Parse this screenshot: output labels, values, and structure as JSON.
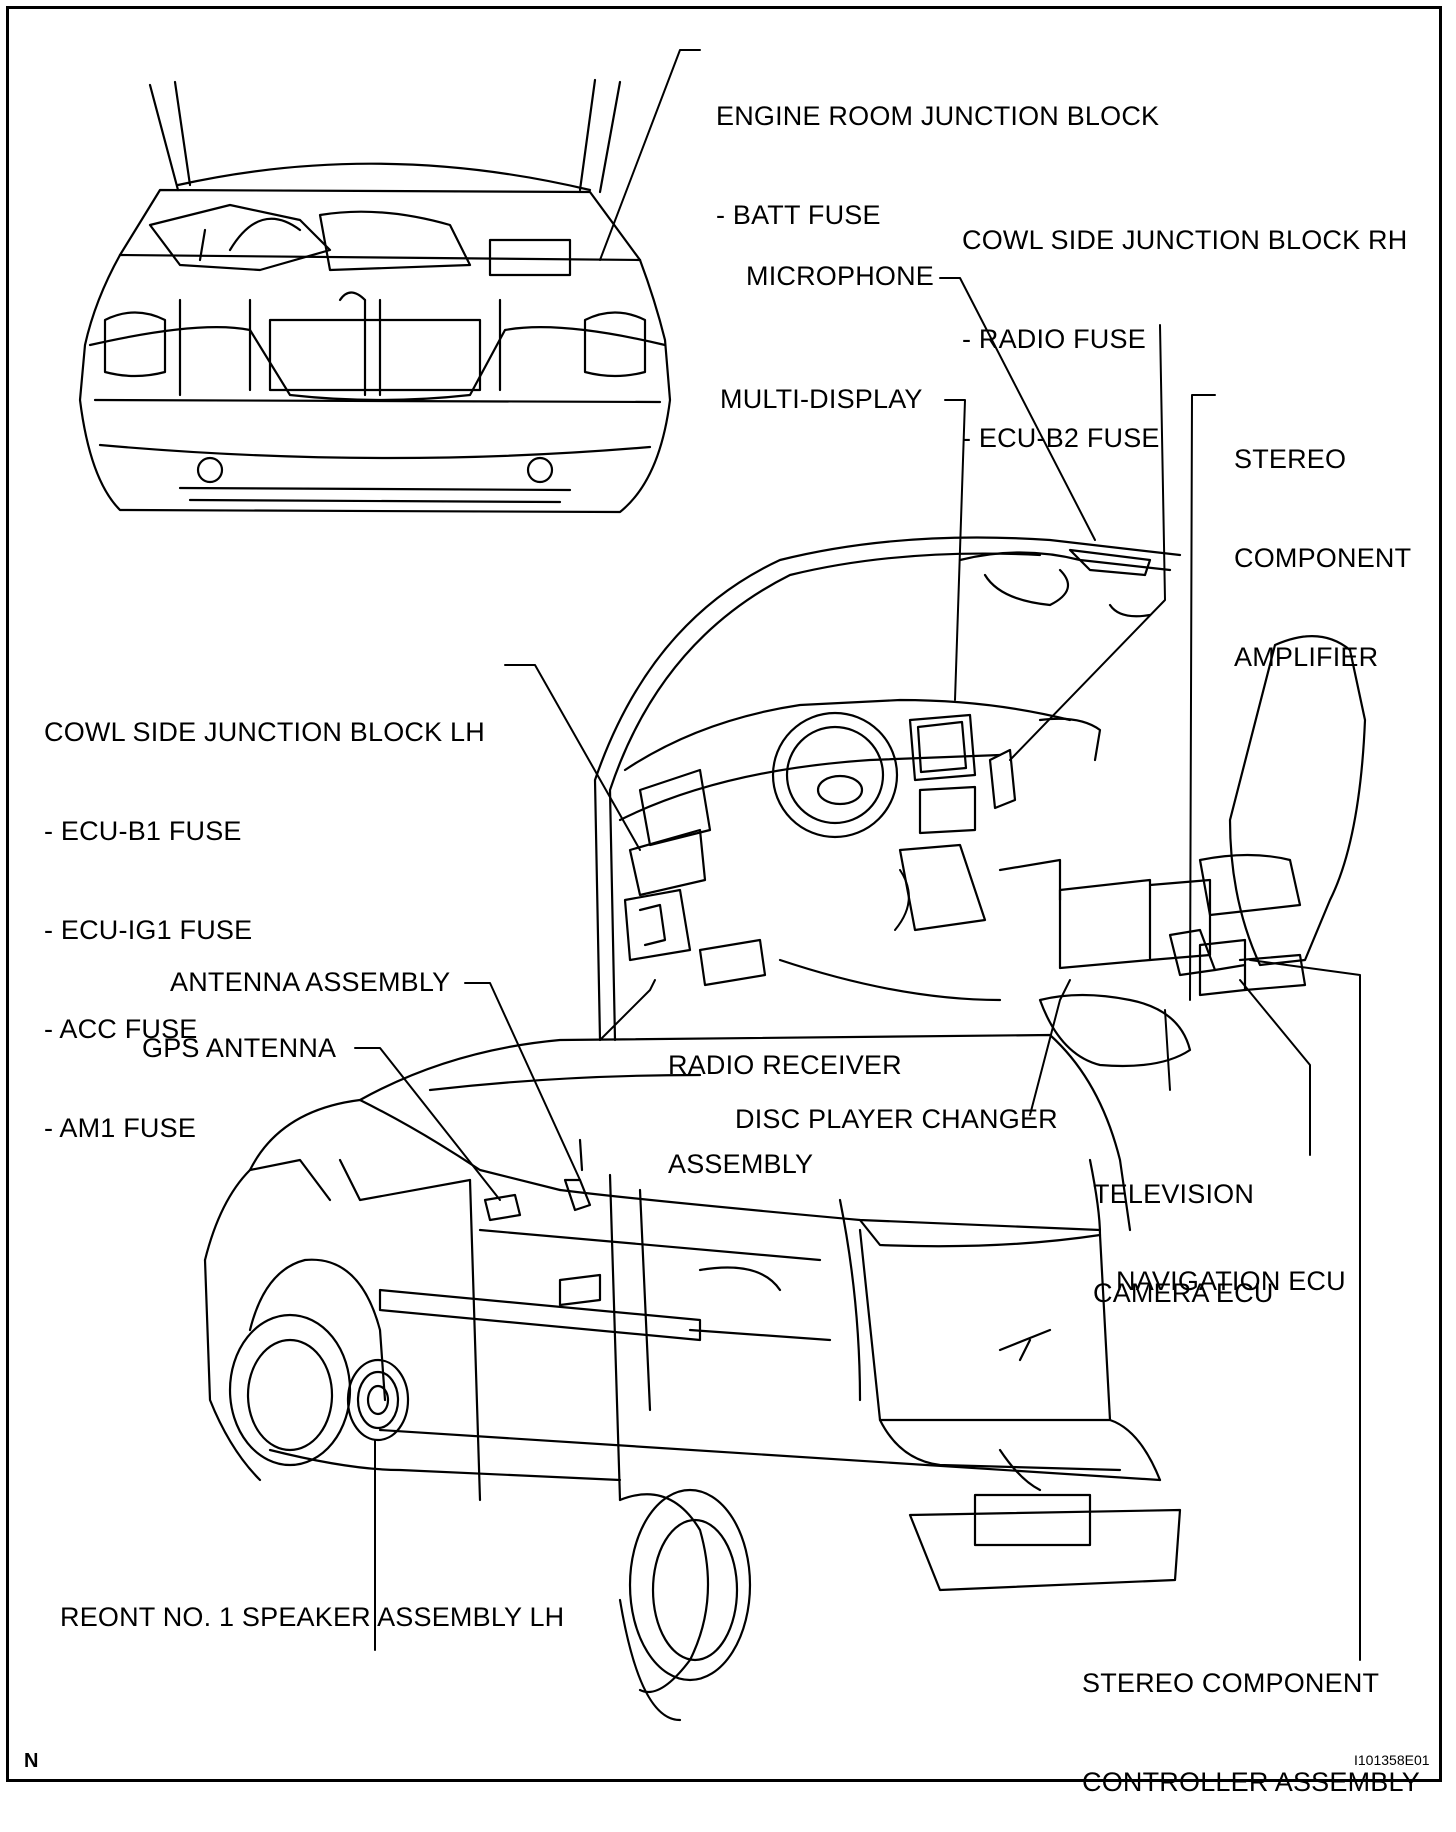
{
  "labels": {
    "engine_room_jb": [
      "ENGINE ROOM JUNCTION BLOCK",
      "- BATT FUSE"
    ],
    "cowl_side_jb_rh": [
      "COWL SIDE JUNCTION BLOCK RH",
      "- RADIO FUSE",
      "- ECU-B2 FUSE"
    ],
    "microphone": "MICROPHONE",
    "multi_display": "MULTI-DISPLAY",
    "stereo_component_amplifier": [
      "STEREO",
      "COMPONENT",
      "AMPLIFIER"
    ],
    "cowl_side_jb_lh": [
      "COWL SIDE JUNCTION BLOCK LH",
      "- ECU-B1 FUSE",
      "- ECU-IG1 FUSE",
      "- ACC FUSE",
      "- AM1 FUSE"
    ],
    "antenna_assembly": "ANTENNA ASSEMBLY",
    "gps_antenna": "GPS ANTENNA",
    "radio_receiver_assembly": [
      "RADIO RECEIVER",
      "ASSEMBLY"
    ],
    "disc_player_changer": "DISC PLAYER CHANGER",
    "television_camera_ecu": [
      "TELEVISION",
      "CAMERA ECU"
    ],
    "navigation_ecu": "NAVIGATION ECU",
    "front_speaker_lh": "REONT NO. 1 SPEAKER ASSEMBLY LH",
    "stereo_component_controller": [
      "STEREO COMPONENT",
      "CONTROLLER ASSEMBLY"
    ]
  },
  "corner": {
    "north_mark": "N",
    "figure_id": "I101358E01"
  }
}
